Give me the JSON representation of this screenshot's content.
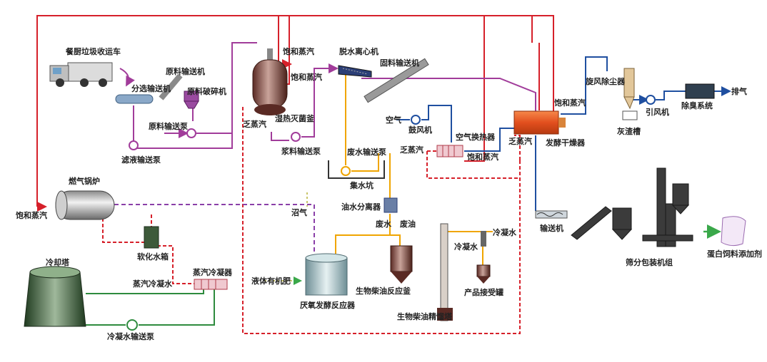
{
  "colors": {
    "saturated_steam": "#d6202a",
    "spent_steam_dashed": "#d6202a",
    "feed_line": "#a13c9a",
    "waste_water": "#f0a500",
    "biogas_dashed": "#8a3fa8",
    "cooling_water": "#2e8b3e",
    "air_line": "#1f4fa0",
    "dryer": "#e8552a",
    "exhaust_arrow": "#3aa84a"
  },
  "labels": {
    "truck": "餐厨垃圾收运车",
    "sort_conveyor": "分选输送机",
    "raw_conveyor": "原料输送机",
    "crusher": "原料破碎机",
    "raw_pump": "原料输送泵",
    "filtrate_pump": "滤液输送泵",
    "sat_steam_a": "饱和蒸汽",
    "sat_steam_b": "饱和蒸汽",
    "sterilizer": "湿热灭菌釜",
    "spent_steam_a": "乏蒸汽",
    "slurry_pump": "浆料输送泵",
    "centrifuge": "脱水离心机",
    "solid_conveyor": "固料输送机",
    "air": "空气",
    "blower": "鼓风机",
    "air_heat_exchanger": "空气换热器",
    "spent_steam_b": "乏蒸汽",
    "sat_steam_c": "饱和蒸汽",
    "waste_water_pump": "废水输送泵",
    "sump": "集水坑",
    "sat_steam_d": "饱和蒸汽",
    "spent_steam_c": "乏蒸汽",
    "dryer": "发酵干燥器",
    "cyclone": "旋风除尘器",
    "ash_tank": "灰渣槽",
    "fan": "引风机",
    "deodorize": "除臭系统",
    "exhaust": "排气",
    "boiler": "燃气锅炉",
    "sat_steam_e": "饱和蒸汽",
    "biogas": "沼气",
    "oil_water_separator": "油水分离器",
    "waste_water": "废水",
    "waste_oil": "废油",
    "conveyor": "输送机",
    "soft_water_tank": "软化水箱",
    "cooling_tower": "冷却塔",
    "steam_condensate": "蒸汽冷凝水",
    "steam_condenser": "蒸汽冷凝器",
    "condensate_pump": "冷凝水输送泵",
    "liquid_fertilizer": "液体有机肥",
    "anaerobic_reactor": "厌氧发酵反应器",
    "biodiesel_reactor": "生物柴油反应釜",
    "condensate_a": "冷凝水",
    "condensate_b": "冷凝水",
    "product_tank": "产品接受罐",
    "rectifying_tower": "生物柴油精馏塔",
    "packing_unit": "筛分包装机组",
    "feed_additive": "蛋白饲料添加剂"
  }
}
